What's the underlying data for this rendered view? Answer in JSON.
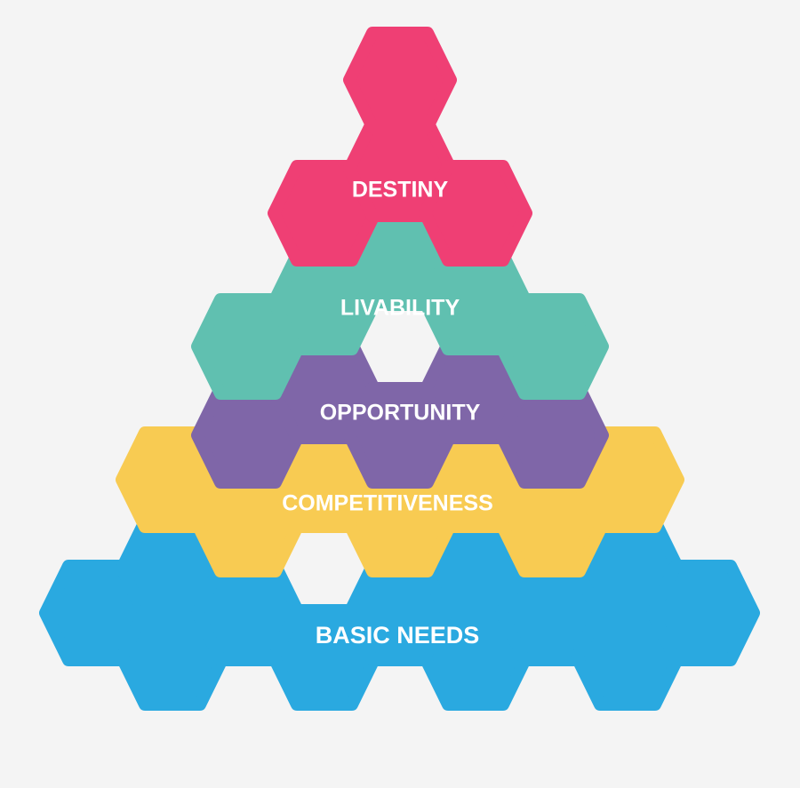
{
  "levels": [
    {
      "label": "DESTINY",
      "color": "#ef3f74"
    },
    {
      "label": "LIVABILITY",
      "color": "#60c0b0"
    },
    {
      "label": "OPPORTUNITY",
      "color": "#7f66a8"
    },
    {
      "label": "COMPETITIVENESS",
      "color": "#f8cb52"
    },
    {
      "label": "BASIC NEEDS",
      "color": "#2aa9e0"
    }
  ],
  "background": "#f4f4f4"
}
